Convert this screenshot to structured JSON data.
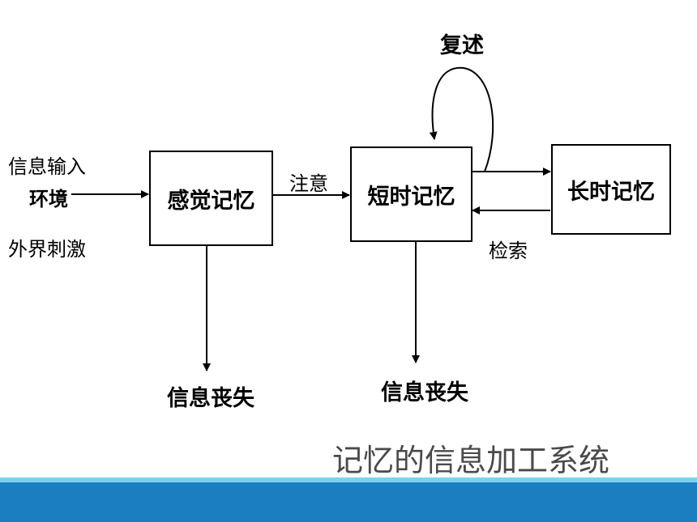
{
  "diagram": {
    "boxes": {
      "sensory": "感觉记忆",
      "short_term": "短时记忆",
      "long_term": "长时记忆"
    },
    "labels": {
      "info_input": "信息输入",
      "environment": "环境",
      "external_stimulus": "外界刺激",
      "attention": "注意",
      "rehearsal": "复述",
      "retrieval": "检索",
      "info_loss_1": "信息丧失",
      "info_loss_2": "信息丧失"
    },
    "caption": "记忆的信息加工系统"
  },
  "theme": {
    "band_light": "#7fd1f2",
    "band_dark": "#1b7fbf",
    "caption_color": "#4a4a4a"
  }
}
